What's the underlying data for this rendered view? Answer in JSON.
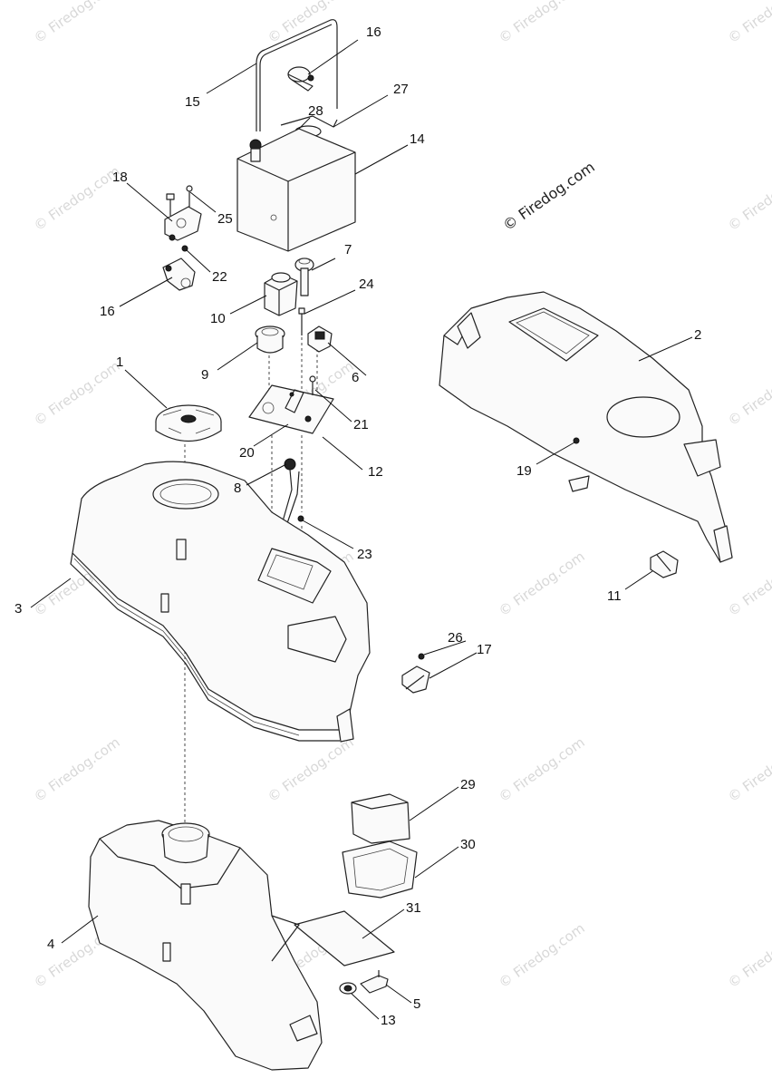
{
  "copyright": "© Firedog.com",
  "watermark_text": "© Firedog.com",
  "callouts": {
    "c1": "1",
    "c2": "2",
    "c3": "3",
    "c4": "4",
    "c5": "5",
    "c6": "6",
    "c7": "7",
    "c8": "8",
    "c9": "9",
    "c10": "10",
    "c11": "11",
    "c12": "12",
    "c13": "13",
    "c14": "14",
    "c15": "15",
    "c16a": "16",
    "c16b": "16",
    "c17": "17",
    "c18": "18",
    "c19": "19",
    "c20": "20",
    "c21": "21",
    "c22": "22",
    "c23": "23",
    "c24": "24",
    "c25": "25",
    "c26": "26",
    "c27": "27",
    "c28": "28",
    "c29": "29",
    "c30": "30",
    "c31": "31"
  }
}
